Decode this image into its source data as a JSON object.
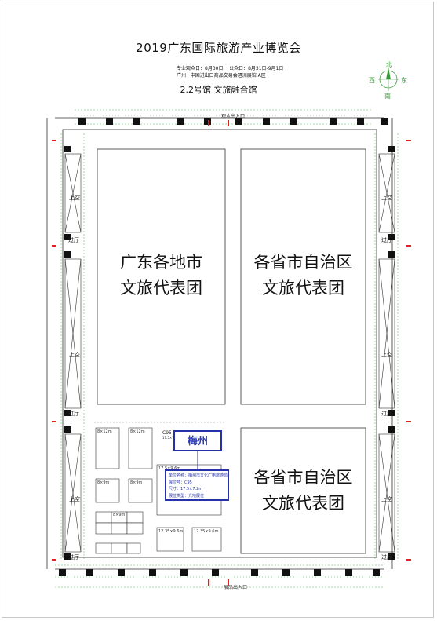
{
  "header": {
    "title": "2019广东国际旅游产业博览会",
    "pro_day": "专业观众日：8月30日",
    "public_day": "公众日：8月31日-9月1日",
    "venue": "广州 · 中国进出口商品交易会琶洲展馆 A区",
    "hall": "2.2号馆    文旅融合馆"
  },
  "compass": {
    "north": "北",
    "south": "南",
    "east": "东",
    "west": "西"
  },
  "entrances": {
    "top": "观众出入口",
    "bottom": "展品出入口"
  },
  "zones": {
    "guangdong": [
      "广东各地市",
      "文旅代表团"
    ],
    "provinces_top": [
      "各省市自治区",
      "文旅代表团"
    ],
    "provinces_bottom": [
      "各省市自治区",
      "文旅代表团"
    ]
  },
  "side_labels": {
    "void": "上空",
    "pass": "过厅"
  },
  "booth": {
    "code": "C95",
    "size_small": "17.5×7.2m",
    "name": "梅州",
    "info": [
      "单位名称：梅州市文化广电旅游局",
      "展位号：C95",
      "尺寸：17.5×7.2m",
      "展位类型：光地展位"
    ]
  },
  "small_booths": [
    "8×12m",
    "8×12m",
    "17.5×9.6m",
    "8×9m",
    "8×9m",
    "8×9m",
    "12.35×9.6m",
    "12.35×9.6m"
  ]
}
